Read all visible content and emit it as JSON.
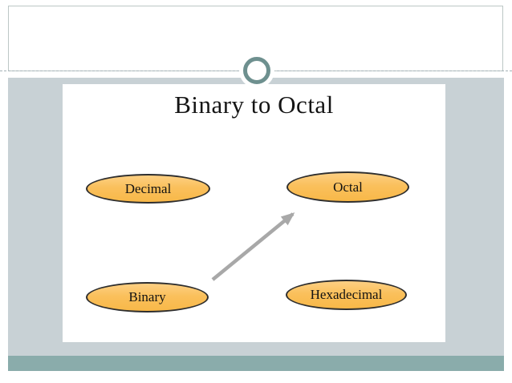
{
  "slide": {
    "title": "Binary to Octal",
    "nodes": [
      {
        "id": "decimal",
        "label": "Decimal"
      },
      {
        "id": "octal",
        "label": "Octal"
      },
      {
        "id": "binary",
        "label": "Binary"
      },
      {
        "id": "hexadecimal",
        "label": "Hexadecimal"
      }
    ],
    "edges": [
      {
        "from": "binary",
        "to": "octal",
        "style": "straight-arrow"
      }
    ]
  },
  "colors": {
    "node_fill": "#fac05c",
    "node_fill_highlight": "#fdd083",
    "node_border": "#2e2e2e",
    "arrow": "#a8a8a8",
    "background_band_gray": "#c8d1d5",
    "footer_band_teal": "#8aacab",
    "ring_ornament": "#6e908f",
    "header_box_border": "#bcc7c5",
    "dashed_divider": "#a4b2b6",
    "title_text": "#141414"
  }
}
